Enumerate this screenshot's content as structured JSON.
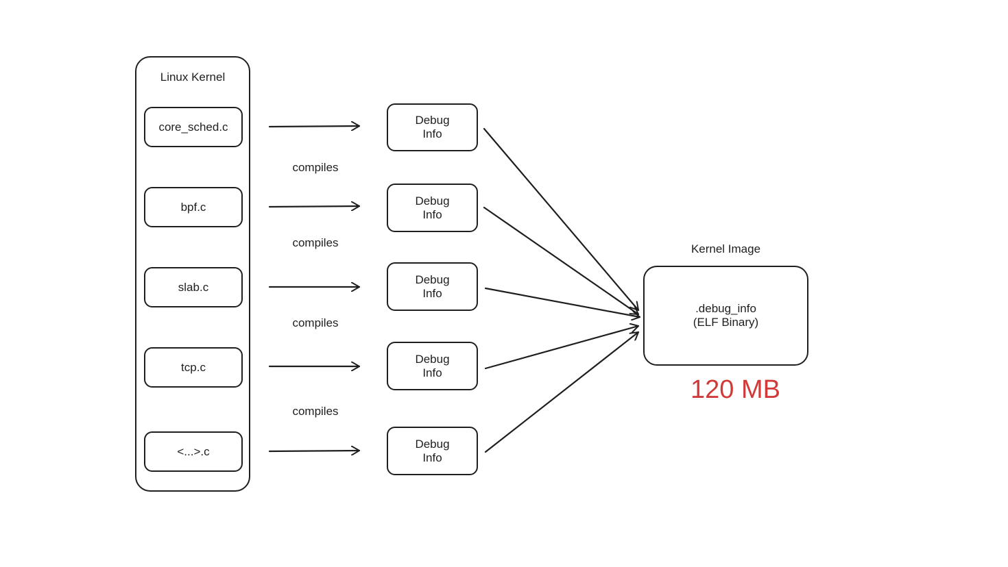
{
  "kernel": {
    "title": "Linux Kernel",
    "files": [
      "core_sched.c",
      "bpf.c",
      "slab.c",
      "tcp.c",
      "<...>.c"
    ]
  },
  "arrow_label": "compiles",
  "debug_box": {
    "line1": "Debug",
    "line2": "Info"
  },
  "image": {
    "title": "Kernel Image",
    "line1": ".debug_info",
    "line2": "(ELF Binary)",
    "size": "120 MB"
  },
  "colors": {
    "stroke": "#1e1e1e",
    "accent": "#d23a3a"
  }
}
